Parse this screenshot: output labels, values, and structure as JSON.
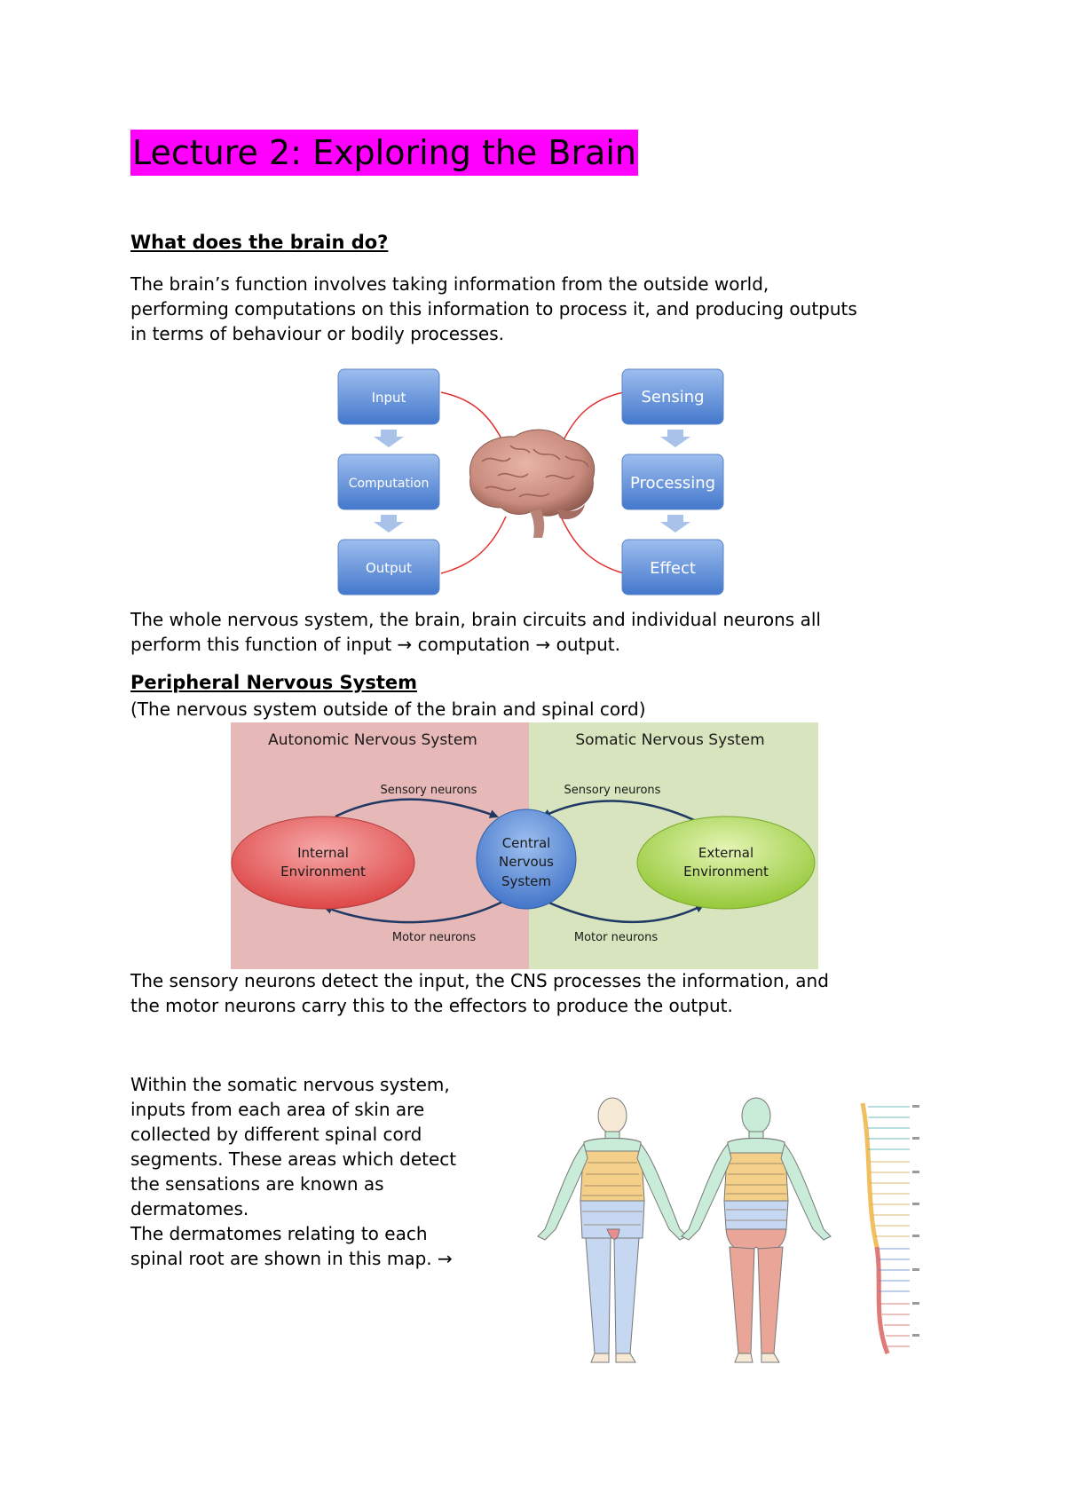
{
  "title": "Lecture 2: Exploring the Brain",
  "section1": {
    "heading": "What does the brain do?",
    "para_lines": [
      "The brain’s function involves taking information from the outside world,",
      "performing computations on this information to process it, and producing outputs",
      "in terms of behaviour or bodily processes."
    ],
    "after_lines": [
      "The whole nervous system, the brain, brain circuits and individual neurons all",
      "perform this function of input → computation → output."
    ]
  },
  "flow_diagram": {
    "left_boxes": [
      "Input",
      "Computation",
      "Output"
    ],
    "right_boxes": [
      "Sensing",
      "Processing",
      "Effect"
    ],
    "colors": {
      "box_top": "#8fb4ec",
      "box_bottom": "#4a7fcf",
      "arrow": "#e03030",
      "chevron": "#a8c2ea"
    }
  },
  "section2": {
    "heading": "Peripheral Nervous System",
    "subtitle": "(The nervous system outside of the brain and spinal cord)",
    "after_lines": [
      "The sensory neurons detect the input, the CNS processes the information, and",
      "the motor neurons carry this to the effectors to produce the output."
    ]
  },
  "pns_diagram": {
    "left_panel_title": "Autonomic Nervous System",
    "right_panel_title": "Somatic Nervous System",
    "left_sensory": "Sensory neurons",
    "right_sensory": "Sensory neurons",
    "left_motor": "Motor neurons",
    "right_motor": "Motor neurons",
    "left_node": [
      "Internal",
      "Environment"
    ],
    "center_node": [
      "Central",
      "Nervous",
      "System"
    ],
    "right_node": [
      "External",
      "Environment"
    ],
    "colors": {
      "left_panel": "#e6b8b7",
      "right_panel": "#d7e4bd",
      "red_node": "#e05050",
      "blue_node": "#4f81d0",
      "green_node": "#9bcf3f"
    }
  },
  "section3": {
    "lines": [
      "Within the somatic nervous system,",
      "inputs from each area of skin are",
      "collected by different spinal cord",
      "segments. These areas which detect",
      "the sensations are known as",
      "dermatomes.",
      "The dermatomes relating to each",
      "spinal root are shown in this map. →"
    ]
  }
}
